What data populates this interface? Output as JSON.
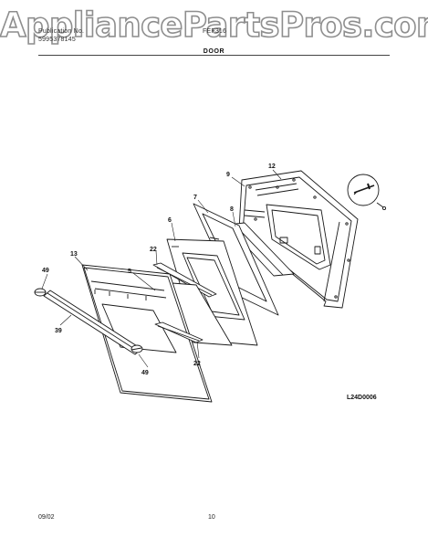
{
  "watermark": "AppliancePartsPros.com",
  "header": {
    "publication_label": "Publication No.",
    "publication_number": "5995378145",
    "model": "FEF316",
    "section_title": "DOOR"
  },
  "diagram": {
    "part_callouts": [
      "12",
      "9",
      "7",
      "8",
      "6",
      "22",
      "13",
      "5",
      "49",
      "39",
      "49",
      "22"
    ],
    "drawing_number": "L24D0006"
  },
  "footer": {
    "date": "09/02",
    "page_number": "10"
  }
}
